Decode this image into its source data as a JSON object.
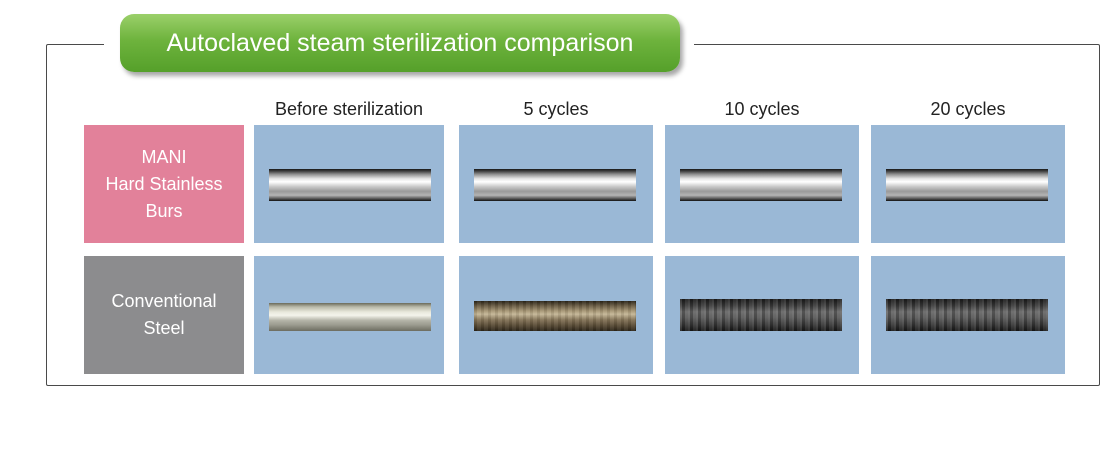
{
  "title": "Autoclaved steam sterilization comparison",
  "columns": [
    "Before sterilization",
    "5 cycles",
    "10 cycles",
    "20 cycles"
  ],
  "rows": [
    {
      "lines": [
        "MANI",
        "Hard Stainless",
        "Burs"
      ],
      "color": "#e2819a",
      "condition": [
        "clean",
        "clean",
        "clean",
        "clean"
      ]
    },
    {
      "lines": [
        "Conventional",
        "Steel"
      ],
      "color": "#8c8c8e",
      "condition": [
        "light",
        "brown",
        "dark",
        "dark"
      ]
    }
  ],
  "colors": {
    "cell_background": "#9ab8d6",
    "title_green": "#6eb33d"
  }
}
